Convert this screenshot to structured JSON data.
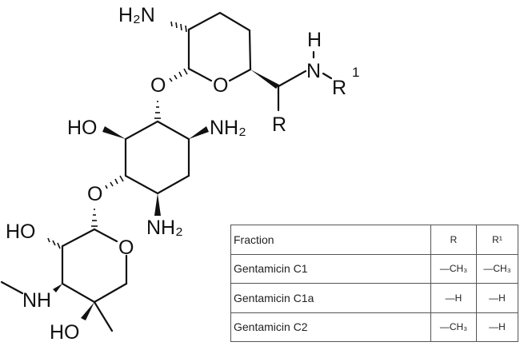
{
  "structure": {
    "title_compound": "Gentamicin",
    "labels": {
      "h2n_top": "H₂N",
      "o_glyco_1": "O",
      "o_ring_top": "O",
      "h_nh": "H",
      "n_side": "N",
      "r1_label": "R",
      "r1_sup": "1",
      "r_label": "R",
      "ho_mid": "HO",
      "nh2_mid_right": "NH₂",
      "o_glyco_2": "O",
      "nh2_mid_bottom": "NH₂",
      "ho_bottom_left": "HO",
      "o_ring_bottom": "O",
      "nh_bottom": "NH",
      "ho_bottom": "HO"
    }
  },
  "table": {
    "headers": [
      "Fraction",
      "R",
      "R¹"
    ],
    "rows": [
      [
        "Gentamicin C1",
        "—CH₃",
        "—CH₃"
      ],
      [
        "Gentamicin C1a",
        "—H",
        "—H"
      ],
      [
        "Gentamicin C2",
        "—CH₃",
        "—H"
      ]
    ]
  }
}
